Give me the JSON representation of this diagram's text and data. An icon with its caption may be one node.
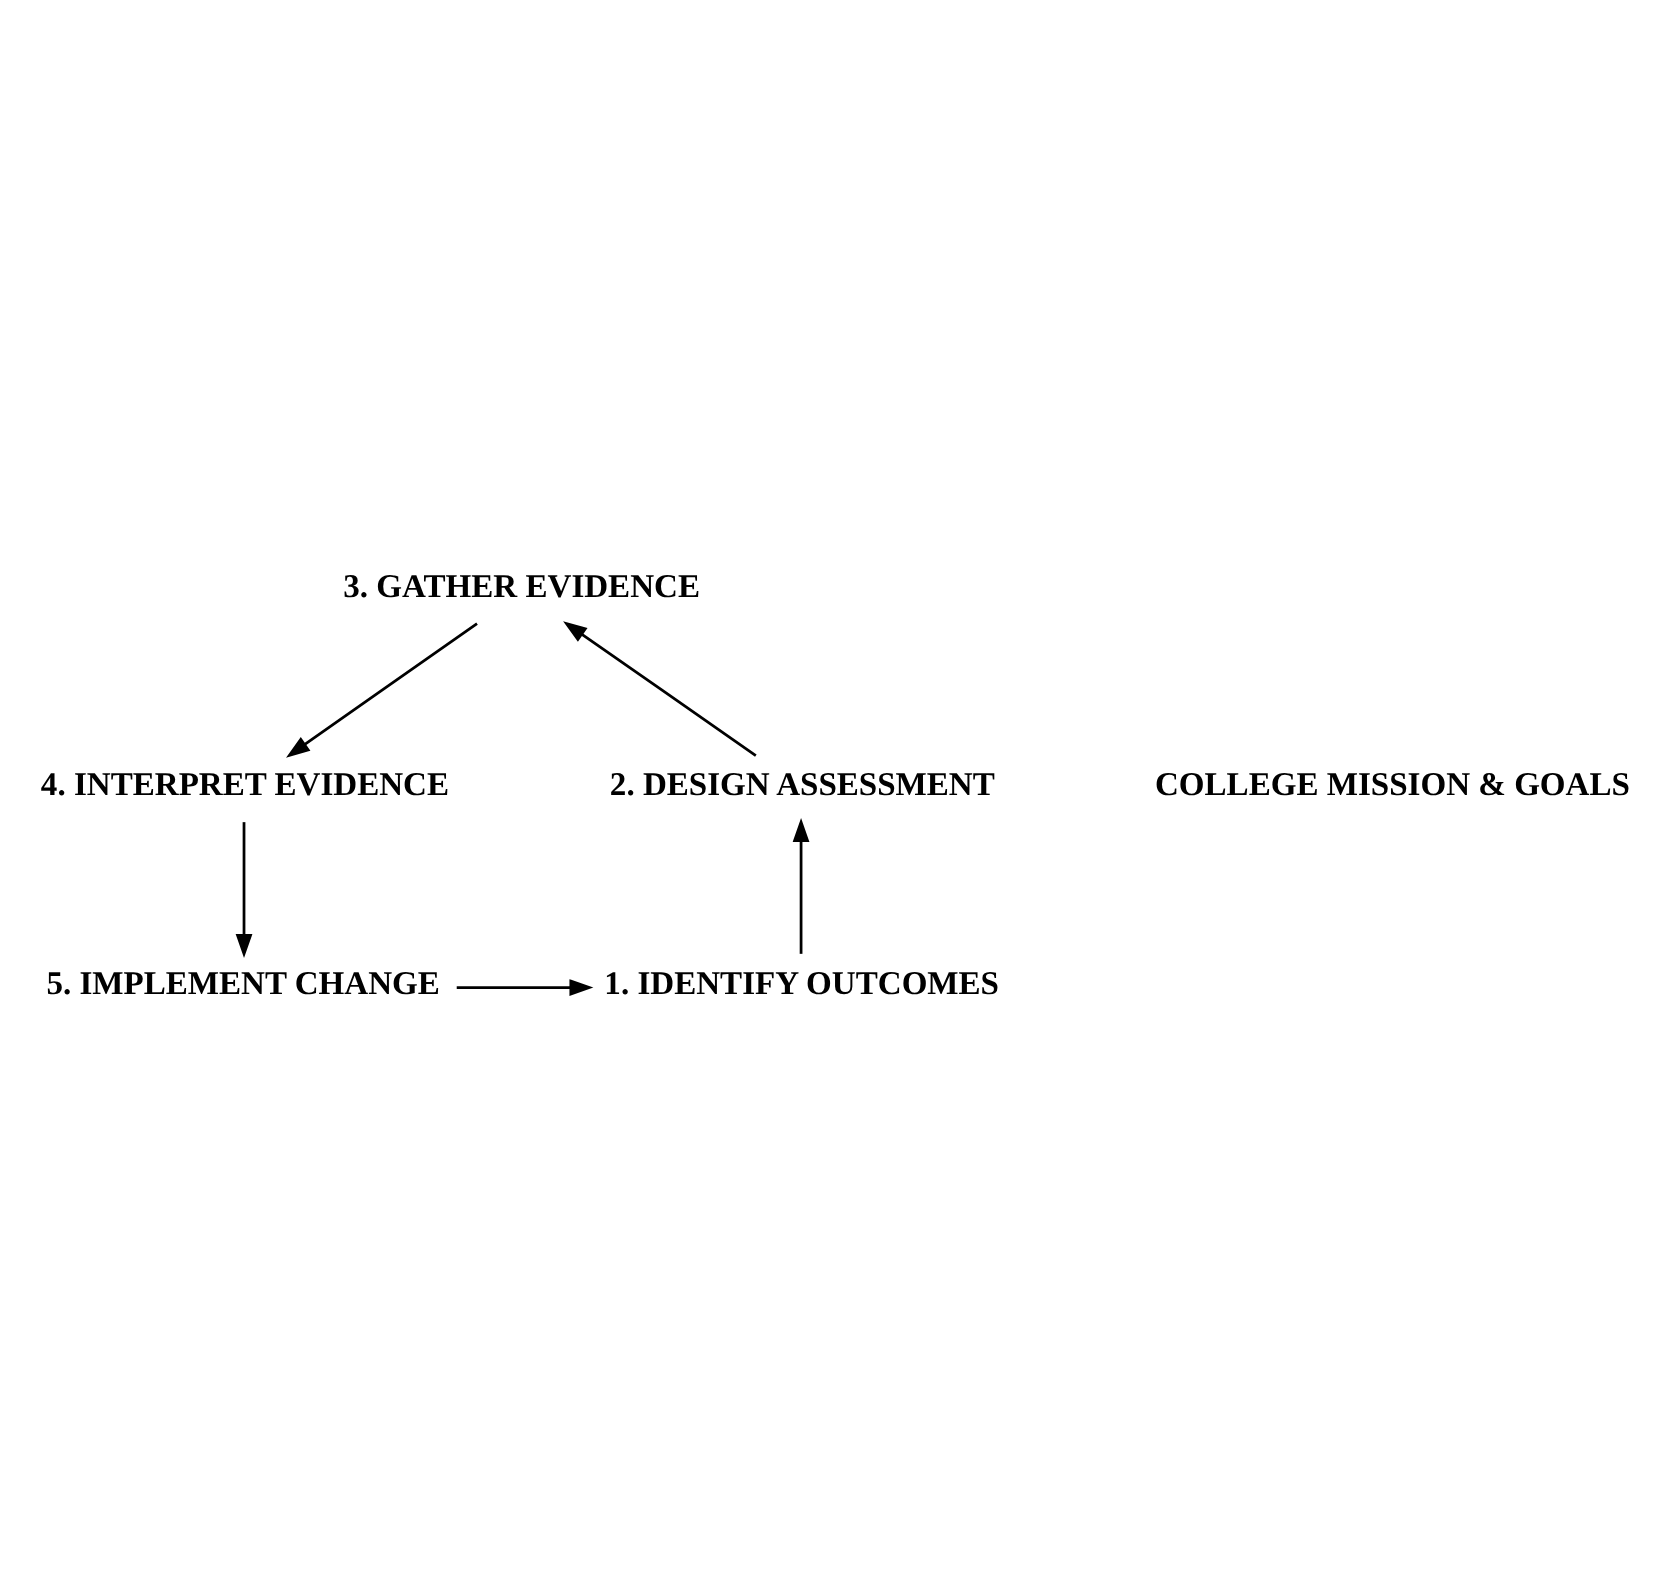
{
  "diagram": {
    "nodes": [
      {
        "text": [
          "3. GATHER EVIDENCE"
        ]
      },
      {
        "text": [
          "COLLEGE MISSION & GOALS"
        ]
      },
      {
        "text": [
          "2. DESIGN ASSESSMENT"
        ]
      },
      {
        "text": [
          "4. INTERPRET EVIDENCE"
        ]
      },
      {
        "text": [
          "1. IDENTIFY OUTCOMES"
        ]
      },
      {
        "text": [
          "5. IMPLEMENT CHANGE"
        ]
      }
    ],
    "edges": [
      {
        "from": 4,
        "to": 2,
        "arrow": "to"
      },
      {
        "from": 2,
        "to": 0,
        "arrow": "to"
      },
      {
        "from": 0,
        "to": 3,
        "arrow": "to"
      },
      {
        "from": 3,
        "to": 5,
        "arrow": "to"
      },
      {
        "from": 5,
        "to": 4,
        "arrow": "to"
      }
    ]
  }
}
